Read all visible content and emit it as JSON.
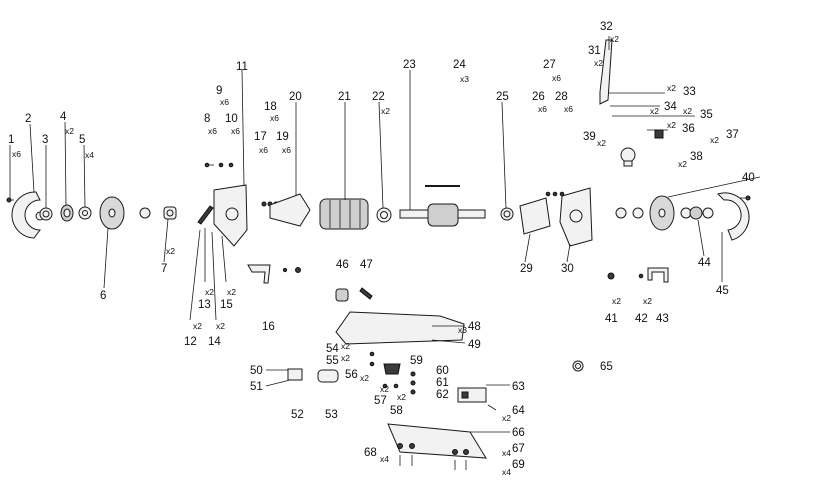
{
  "callouts": [
    {
      "n": "1",
      "q": "x6"
    },
    {
      "n": "2",
      "q": ""
    },
    {
      "n": "3",
      "q": ""
    },
    {
      "n": "4",
      "q": "x2"
    },
    {
      "n": "5",
      "q": "x4"
    },
    {
      "n": "6",
      "q": ""
    },
    {
      "n": "7",
      "q": "x2"
    },
    {
      "n": "8",
      "q": "x6"
    },
    {
      "n": "9",
      "q": "x6"
    },
    {
      "n": "10",
      "q": "x6"
    },
    {
      "n": "11",
      "q": ""
    },
    {
      "n": "12",
      "q": "x2"
    },
    {
      "n": "13",
      "q": "x2"
    },
    {
      "n": "14",
      "q": "x2"
    },
    {
      "n": "15",
      "q": "x2"
    },
    {
      "n": "16",
      "q": ""
    },
    {
      "n": "17",
      "q": "x6"
    },
    {
      "n": "18",
      "q": "x6"
    },
    {
      "n": "19",
      "q": "x6"
    },
    {
      "n": "20",
      "q": ""
    },
    {
      "n": "21",
      "q": ""
    },
    {
      "n": "22",
      "q": "x2"
    },
    {
      "n": "23",
      "q": ""
    },
    {
      "n": "24",
      "q": "x3"
    },
    {
      "n": "25",
      "q": ""
    },
    {
      "n": "26",
      "q": "x6"
    },
    {
      "n": "27",
      "q": "x6"
    },
    {
      "n": "28",
      "q": "x6"
    },
    {
      "n": "29",
      "q": ""
    },
    {
      "n": "30",
      "q": ""
    },
    {
      "n": "31",
      "q": "x2"
    },
    {
      "n": "32",
      "q": "x2"
    },
    {
      "n": "33",
      "q": "x2"
    },
    {
      "n": "34",
      "q": "x2"
    },
    {
      "n": "35",
      "q": "x2"
    },
    {
      "n": "36",
      "q": "x2"
    },
    {
      "n": "37",
      "q": "x2"
    },
    {
      "n": "38",
      "q": "x2"
    },
    {
      "n": "39",
      "q": "x2"
    },
    {
      "n": "40",
      "q": ""
    },
    {
      "n": "41",
      "q": "x2"
    },
    {
      "n": "42",
      "q": "x2"
    },
    {
      "n": "43",
      "q": ""
    },
    {
      "n": "44",
      "q": ""
    },
    {
      "n": "45",
      "q": ""
    },
    {
      "n": "46",
      "q": ""
    },
    {
      "n": "47",
      "q": ""
    },
    {
      "n": "48",
      "q": "x3"
    },
    {
      "n": "49",
      "q": ""
    },
    {
      "n": "50",
      "q": ""
    },
    {
      "n": "51",
      "q": ""
    },
    {
      "n": "52",
      "q": ""
    },
    {
      "n": "53",
      "q": ""
    },
    {
      "n": "54",
      "q": "x2"
    },
    {
      "n": "55",
      "q": "x2"
    },
    {
      "n": "56",
      "q": "x2"
    },
    {
      "n": "57",
      "q": "x2"
    },
    {
      "n": "58",
      "q": "x2"
    },
    {
      "n": "59",
      "q": ""
    },
    {
      "n": "60",
      "q": ""
    },
    {
      "n": "61",
      "q": ""
    },
    {
      "n": "62",
      "q": ""
    },
    {
      "n": "63",
      "q": ""
    },
    {
      "n": "64",
      "q": "x2"
    },
    {
      "n": "65",
      "q": ""
    },
    {
      "n": "66",
      "q": ""
    },
    {
      "n": "67",
      "q": "x4"
    },
    {
      "n": "68",
      "q": "x4"
    },
    {
      "n": "69",
      "q": "x4"
    }
  ]
}
